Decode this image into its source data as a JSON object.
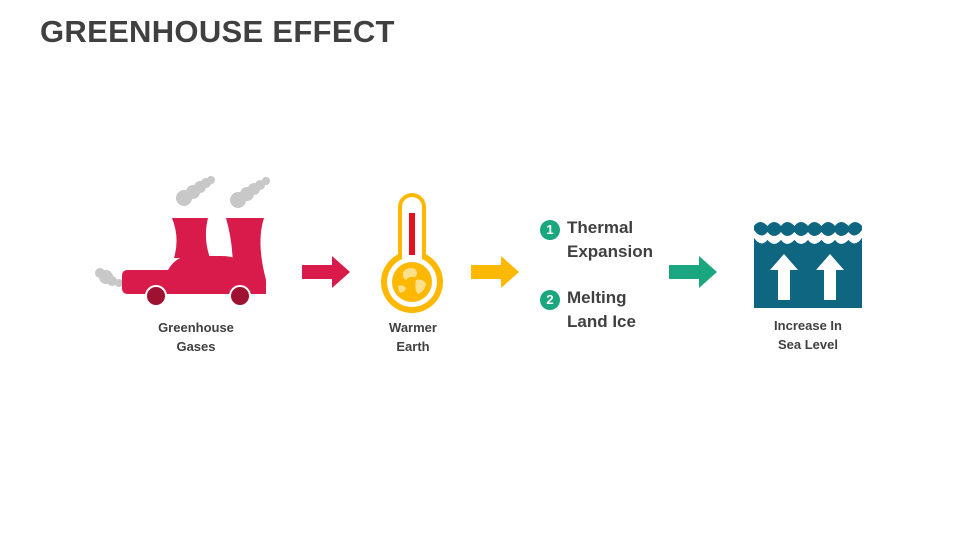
{
  "title": "GREENHOUSE EFFECT",
  "colors": {
    "gas": "#d81b4a",
    "gas_dark": "#9e1131",
    "smoke": "#c8c8c8",
    "warm": "#ffb800",
    "mercury": "#e8101c",
    "green": "#1aa67e",
    "sea": "#0e6680",
    "text": "#404040"
  },
  "stages": [
    {
      "icon": "factory-car-icon",
      "label_lines": [
        "Greenhouse",
        "Gases"
      ]
    },
    {
      "icon": "thermometer-earth-icon",
      "label_lines": [
        "Warmer",
        "Earth"
      ]
    },
    {
      "icon": "sea-level-icon",
      "label_lines": [
        "Increase In",
        "Sea Level"
      ]
    }
  ],
  "arrows": [
    {
      "icon": "arrow-right-icon",
      "color": "#d81b4a"
    },
    {
      "icon": "arrow-right-icon",
      "color": "#ffb800"
    },
    {
      "icon": "arrow-right-icon",
      "color": "#1aa67e"
    }
  ],
  "effects": [
    {
      "number": "1",
      "lines": [
        "Thermal",
        "Expansion"
      ]
    },
    {
      "number": "2",
      "lines": [
        "Melting",
        "Land Ice"
      ]
    }
  ]
}
